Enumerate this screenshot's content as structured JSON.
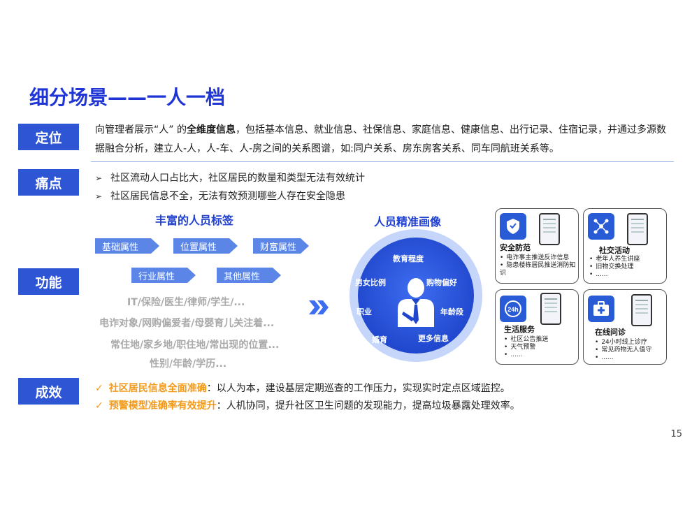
{
  "title": "细分场景——一人一档",
  "tags": {
    "position": "定位",
    "pain": "痛点",
    "function": "功能",
    "result": "成效"
  },
  "positioning": {
    "pre": "向管理者展示“人” 的",
    "bold": "全维度信息",
    "post": "，包括基本信息、就业信息、社保信息、家庭信息、健康信息、出行记录、住宿记录，并通过多源数据融合分析，建立人-人，人-车、人-房之间的关系图谱，如:同户关系、房东房客关系、同车同航班关系等。"
  },
  "pain_points": [
    "社区流动人口占比大，社区居民的数量和类型无法有效统计",
    "社区居民信息不全，无法有效预测哪些人存在安全隐患"
  ],
  "labels_section": {
    "heading": "丰富的人员标签",
    "chips": [
      "基础属性",
      "位置属性",
      "财富属性",
      "行业属性",
      "其他属性"
    ],
    "gray_lines": [
      "IT/保险/医生/律师/学生/...",
      "电诈对象/网购偏爱者/母婴育儿关注着...",
      "常住地/家乡地/职住地/常出现的位置...",
      "性别/年龄/学历..."
    ]
  },
  "portrait": {
    "heading": "人员精准画像",
    "items": [
      "教育程度",
      "男女比例",
      "购物偏好",
      "职业",
      "年龄段",
      "婚育",
      "更多信息"
    ]
  },
  "cards": [
    {
      "title": "安全防范",
      "icon": "shield-icon",
      "items": [
        "电诈事主推送反诈信息",
        "隐患楼栋居民推送消防知识"
      ]
    },
    {
      "title": "社交活动",
      "icon": "people-network-icon",
      "items": [
        "老年人养生讲座",
        "旧物交换处理",
        "......"
      ]
    },
    {
      "title": "生活服务",
      "icon": "clock-24h-icon",
      "items": [
        "社区公告推送",
        "天气预警",
        "......"
      ]
    },
    {
      "title": "在线问诊",
      "icon": "medical-kit-icon",
      "items": [
        "24小时线上诊疗",
        "常见药物无人值守",
        "......"
      ]
    }
  ],
  "results": [
    {
      "highlight": "社区居民信息全面准确",
      "text": "：以人为本，建设基层定期巡查的工作压力，实现实时定点区域监控。"
    },
    {
      "highlight": "预警模型准确率有效提升",
      "text": "：人机协同，提升社区卫生问题的发现能力，提高垃圾暴露处理效率。"
    }
  ],
  "page_number": "15",
  "colors": {
    "title": "#1f35d6",
    "tag_bg": "#2e55d4",
    "chip": "#5b86e8",
    "highlight": "#f39a1a"
  }
}
